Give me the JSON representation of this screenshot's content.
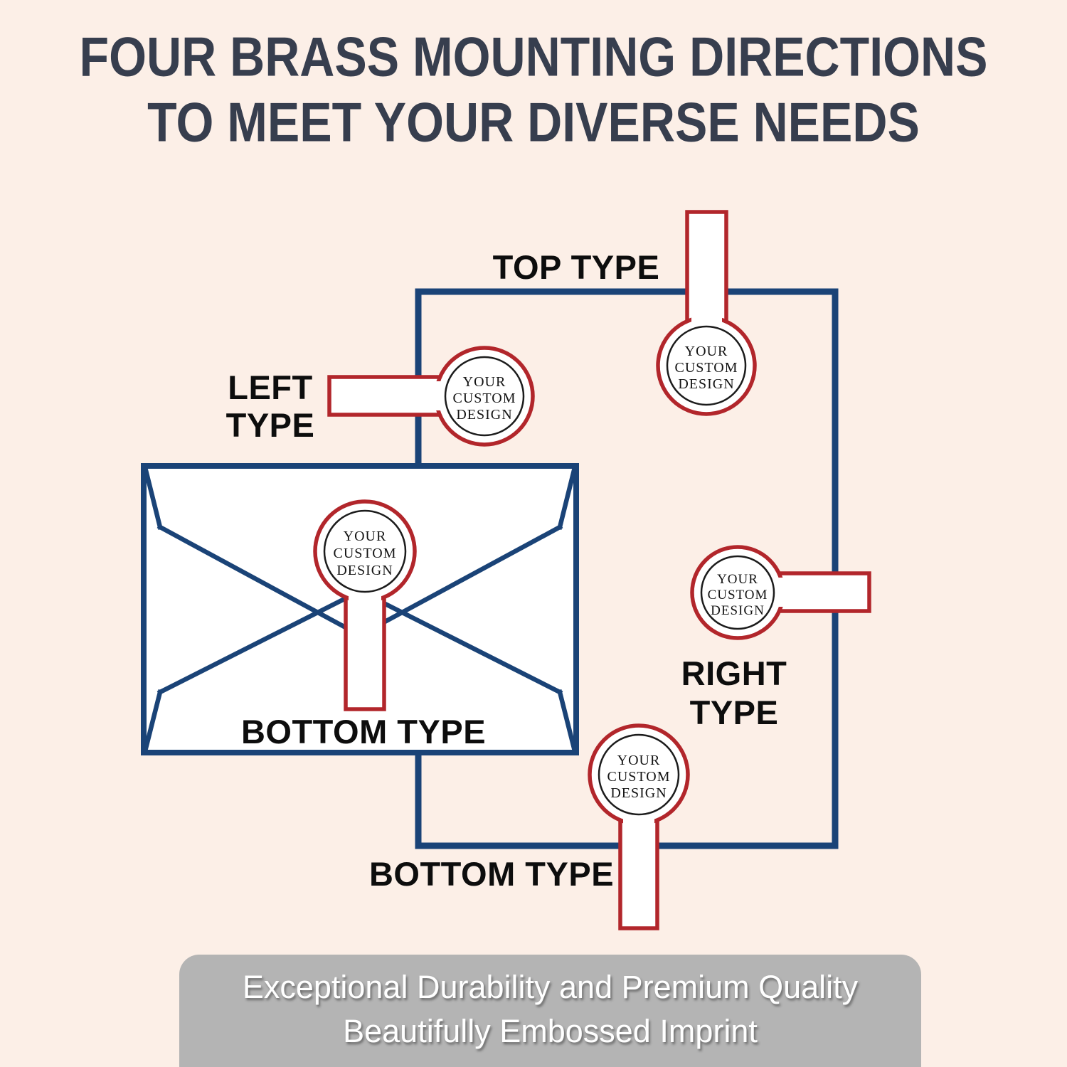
{
  "title": {
    "line1": "FOUR BRASS MOUNTING DIRECTIONS",
    "line2": "TO MEET YOUR DIVERSE NEEDS"
  },
  "diagram": {
    "top_label": "TOP TYPE",
    "left_label_line1": "LEFT",
    "left_label_line2": "TYPE",
    "right_label_line1": "RIGHT",
    "right_label_line2": "TYPE",
    "envelope_label": "BOTTOM TYPE",
    "bottom_label": "BOTTOM TYPE",
    "stamp_text": {
      "line1": "YOUR",
      "line2": "CUSTOM",
      "line3": "DESIGN"
    }
  },
  "banner": {
    "line1": "Exceptional Durability and Premium Quality",
    "line2": "Beautifully Embossed Imprint"
  },
  "colors": {
    "background": "#fcefe7",
    "navy": "#1a4377",
    "red": "#b2262b",
    "title_text": "#373e4e",
    "label_text": "#0d0d0d",
    "banner_background": "#b4b4b4",
    "banner_text": "#ffffff"
  }
}
